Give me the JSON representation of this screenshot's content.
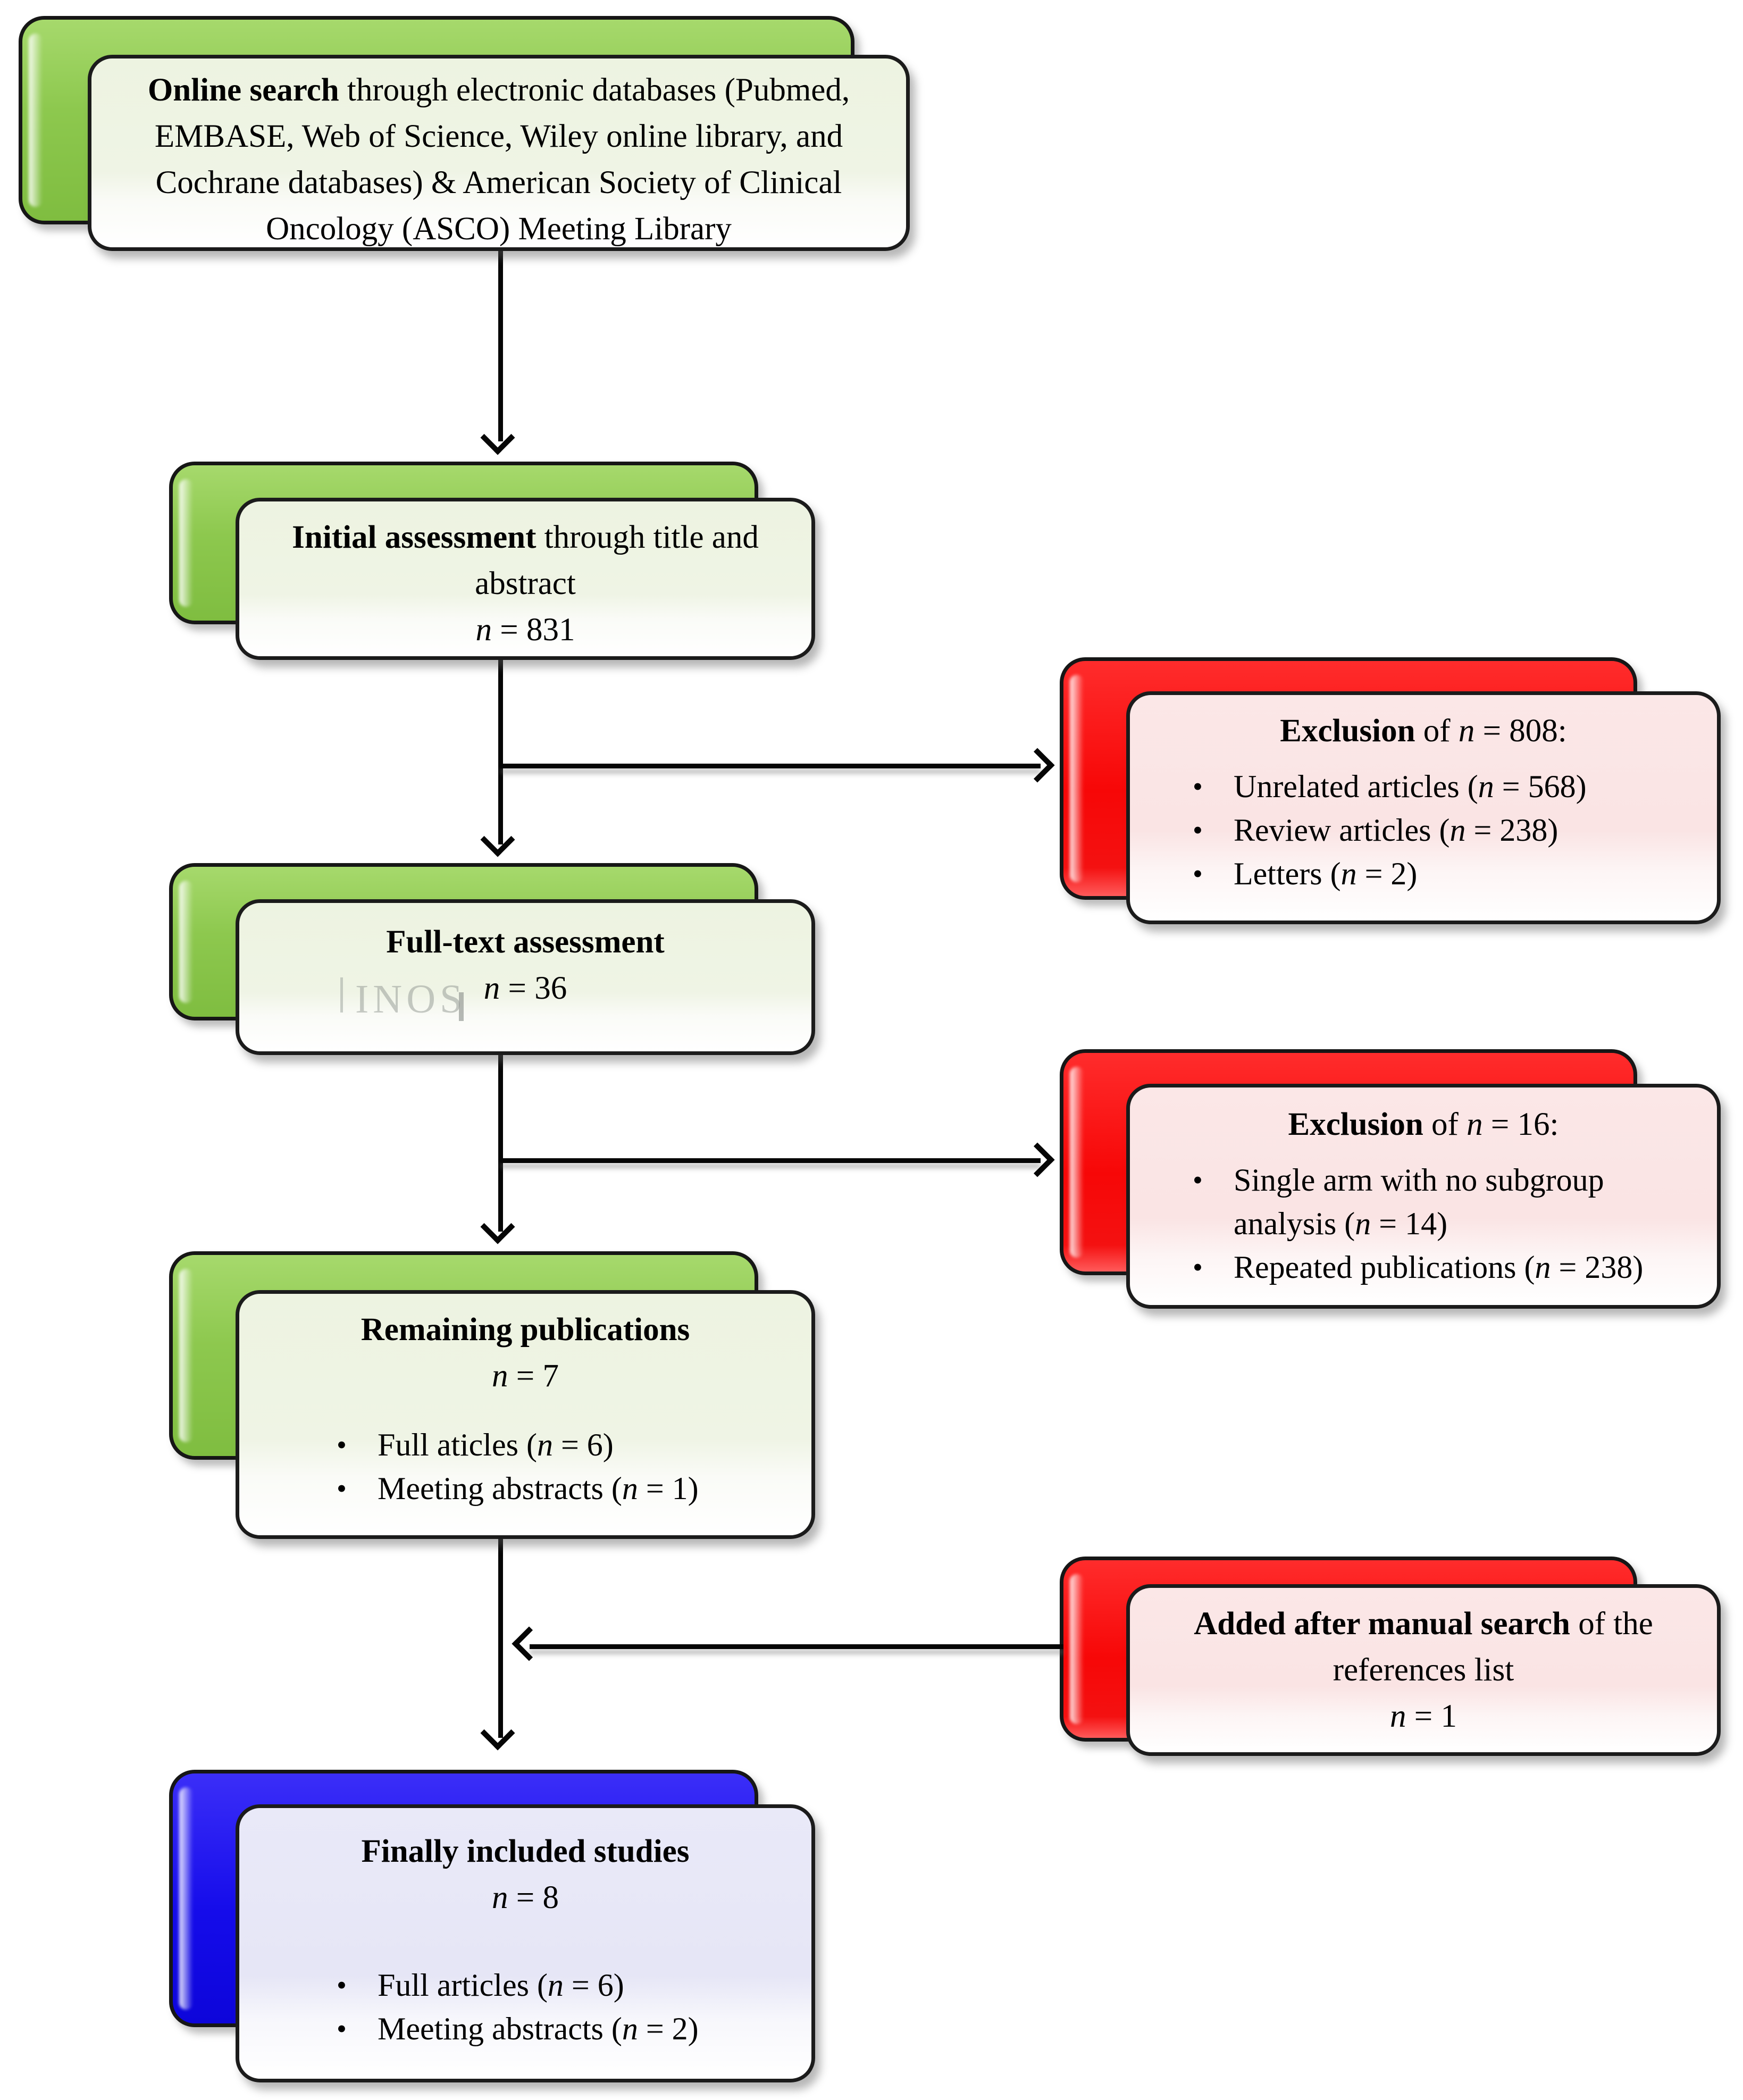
{
  "figure": {
    "type": "flowchart",
    "description": "Study selection flow diagram (PRISMA-style) for a systematic review"
  },
  "glyphs": {
    "bullet": "•"
  },
  "colors": {
    "green_node": "#8dc84e",
    "red_node": "#f70707",
    "blue_node": "#150cea",
    "panel_green": "#eff4e5",
    "panel_pink": "#fae4e4",
    "panel_lavender": "#e6e6f6",
    "border": "#1b1b1b",
    "arrow": "#060606",
    "watermark": "#9aa09a"
  },
  "boxes": {
    "box1": {
      "line1_bold": "Online search",
      "line1_rest": " through electronic databases (Pubmed,",
      "line2": "EMBASE, Web of Science, Wiley online library, and",
      "line3": "Cochrane databases) & American Society of Clinical",
      "line4": "Oncology (ASCO) Meeting Library"
    },
    "box2": {
      "line1_bold": "Initial assessment",
      "line1_rest": " through title and",
      "line2": "abstract",
      "n": "n",
      "count": " = 831"
    },
    "excl1": {
      "title_bold": "Exclusion",
      "title_mid": " of ",
      "n": "n",
      "title_end": " = 808:",
      "bullets": [
        {
          "pre": "Unrelated articles (",
          "n": "n",
          "post": " = 568)"
        },
        {
          "pre": "Review articles (",
          "n": "n",
          "post": " = 238)"
        },
        {
          "pre": "Letters (",
          "n": "n",
          "post": " = 2)"
        }
      ]
    },
    "box3": {
      "title_bold": "Full-text assessment",
      "n": "n",
      "count": " = 36",
      "watermark": "INOS"
    },
    "excl2": {
      "title_bold": "Exclusion",
      "title_mid": " of ",
      "n": "n",
      "title_end": " = 16:",
      "bullets": [
        {
          "pre": "Single arm with no subgroup analysis (",
          "n": "n",
          "post": " = 14)"
        },
        {
          "pre": "Repeated publications (",
          "n": "n",
          "post": " = 238)"
        }
      ]
    },
    "box4": {
      "title_bold": "Remaining publications",
      "n": "n",
      "count": " = 7",
      "bullets": [
        {
          "pre": "Full aticles (",
          "n": "n",
          "post": " = 6)"
        },
        {
          "pre": "Meeting abstracts (",
          "n": "n",
          "post": " = 1)"
        }
      ]
    },
    "excl3": {
      "title_bold": "Added after manual search",
      "title_rest": " of the",
      "line2": "references list",
      "n": "n",
      "count": " = 1"
    },
    "box5": {
      "title_bold": "Finally included studies",
      "n": "n",
      "count": " = 8",
      "bullets": [
        {
          "pre": "Full articles (",
          "n": "n",
          "post": " = 6)"
        },
        {
          "pre": "Meeting abstracts (",
          "n": "n",
          "post": " = 2)"
        }
      ]
    }
  }
}
